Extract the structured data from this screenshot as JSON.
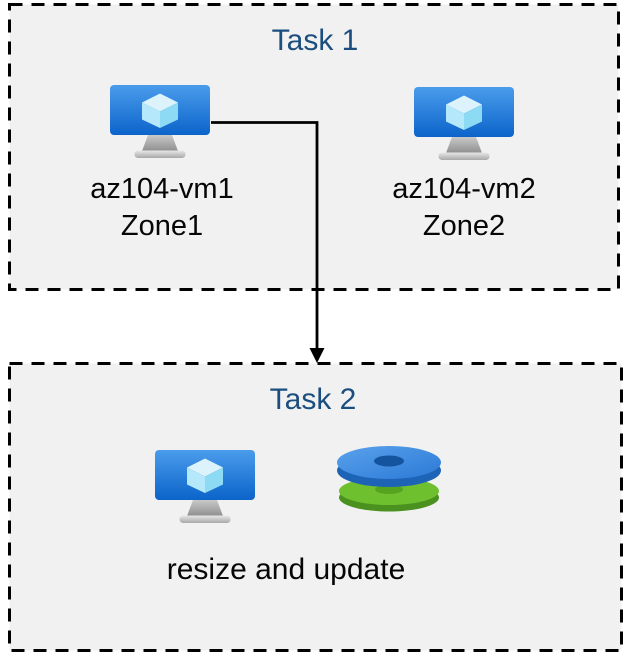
{
  "task1": {
    "title": "Task 1",
    "vms": [
      {
        "name": "az104-vm1",
        "zone": "Zone1"
      },
      {
        "name": "az104-vm2",
        "zone": "Zone2"
      }
    ]
  },
  "task2": {
    "title": "Task 2",
    "caption": "resize and update"
  },
  "icons": {
    "vm": "azure-virtual-machine-icon",
    "disks": "azure-managed-disks-icon",
    "arrow": "down-arrow-connector"
  },
  "colors": {
    "title_text": "#1b4d7e",
    "label_text": "#060606",
    "box_background": "#f1f1f1",
    "box_border": "#000000",
    "vm_monitor_top": "#4a9ceb",
    "vm_monitor_bottom": "#0c64ca",
    "cube_top": "#ddf3fb",
    "cube_left": "#b5e8fa",
    "cube_right": "#8ddaf4",
    "disk_blue_top": "#3382dd",
    "disk_blue_side": "#1d63b6",
    "disk_blue_hole": "#14549f",
    "disk_green_top": "#6fc02f",
    "disk_green_side": "#4a9120",
    "disk_green_hole": "#55a31e"
  }
}
